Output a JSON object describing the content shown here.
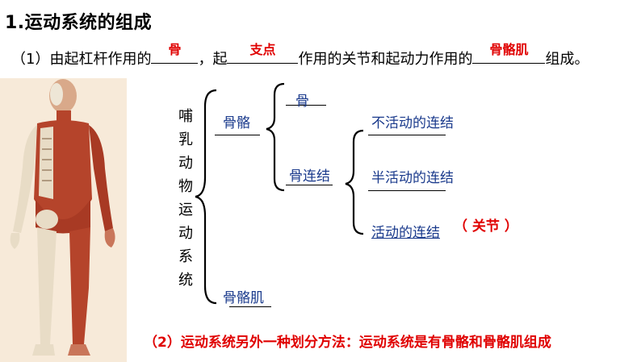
{
  "title": "1.运动系统的组成",
  "line1": {
    "prefix": "（1）由起杠杆作用的",
    "ans1": "骨",
    "mid1": "，起",
    "ans2": "支点",
    "mid2": "作用的关节和起动力作用的",
    "ans3": "骨骼肌",
    "suffix": "组成。"
  },
  "tree": {
    "root_chars": [
      "哺",
      "乳",
      "动",
      "物",
      "运",
      "动",
      "系",
      "统"
    ],
    "skeleton": "骨骼",
    "bone": "骨",
    "bone_connection": "骨连结",
    "immovable": "不活动的连结",
    "semi_movable": "半活动的连结",
    "movable": "活动的连结",
    "joint_note": "（ 关节 ）",
    "muscle": "骨骼肌"
  },
  "note2": "（2）运动系统另外一种划分方法：运动系统是有骨骼和骨骼肌组成",
  "colors": {
    "answer": "#e00000",
    "tree_text": "#1a3a8c",
    "image_bg": "#f7ead9"
  }
}
